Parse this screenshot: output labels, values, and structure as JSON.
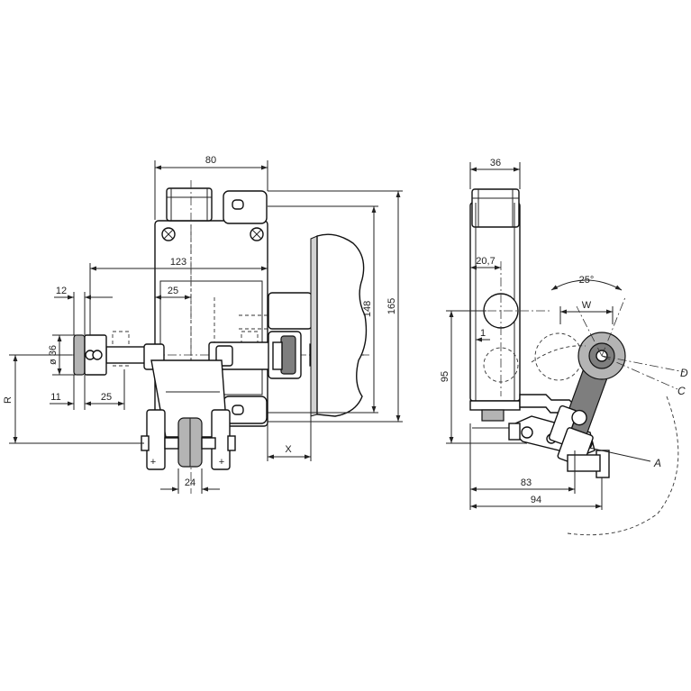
{
  "front_view": {
    "dims": {
      "width_80": "80",
      "length_123": "123",
      "offset_25": "25",
      "roller_width_12": "12",
      "roller_diameter": "ø 36",
      "d_11": "11",
      "d_25": "25",
      "roller_24": "24",
      "height_148": "148",
      "height_165": "165",
      "radius": "R",
      "travel_x": "X"
    }
  },
  "side_view": {
    "dims": {
      "width_36": "36",
      "d_20_7": "20,7",
      "d_1": "1",
      "height_95": "95",
      "angle_25": "25°",
      "width_w": "W",
      "len_83": "83",
      "len_94": "94"
    },
    "labels": {
      "label_d": "D",
      "label_c": "C",
      "label_a": "A"
    }
  },
  "symbols": {
    "plus": "+"
  }
}
